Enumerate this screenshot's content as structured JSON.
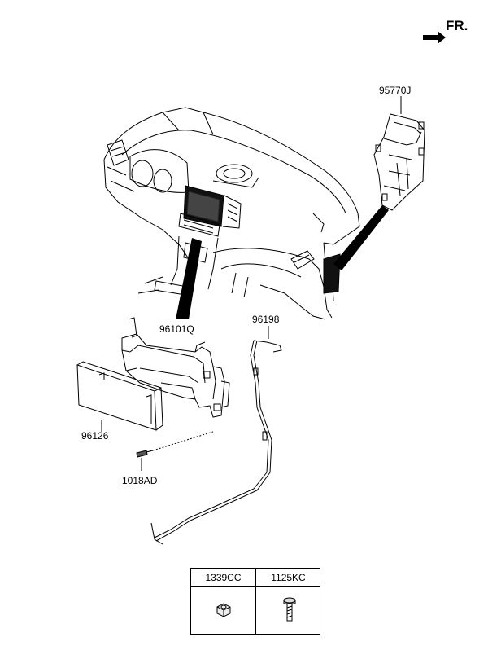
{
  "direction": {
    "label": "FR."
  },
  "parts": [
    {
      "id": "95770J"
    },
    {
      "id": "96198"
    },
    {
      "id": "96101Q"
    },
    {
      "id": "96126"
    },
    {
      "id": "1018AD"
    }
  ],
  "fasteners_table": {
    "headers": [
      "1339CC",
      "1125KC"
    ],
    "icons": [
      "nut-icon",
      "bolt-icon"
    ]
  }
}
